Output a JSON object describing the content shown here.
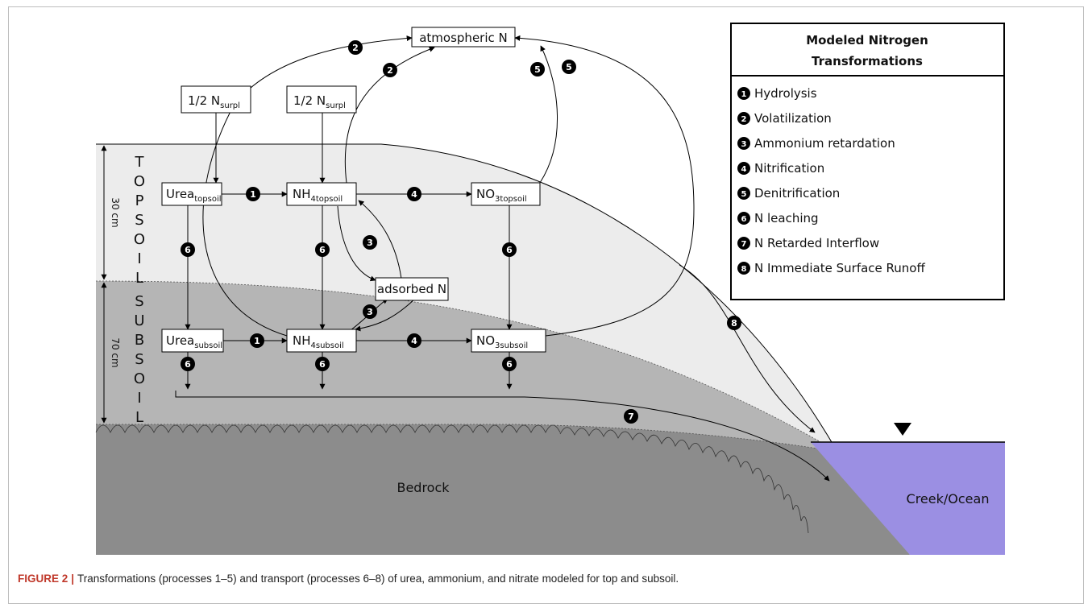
{
  "figure": {
    "label": "FIGURE 2",
    "caption": "Transformations (processes 1–5) and transport (processes 6–8) of urea, ammonium, and nitrate modeled for top and subsoil."
  },
  "legend": {
    "title_line1": "Modeled Nitrogen",
    "title_line2": "Transformations",
    "items": [
      {
        "num": "1",
        "label": "Hydrolysis"
      },
      {
        "num": "2",
        "label": "Volatilization"
      },
      {
        "num": "3",
        "label": "Ammonium retardation"
      },
      {
        "num": "4",
        "label": "Nitrification"
      },
      {
        "num": "5",
        "label": "Denitrification"
      },
      {
        "num": "6",
        "label": "N leaching"
      },
      {
        "num": "7",
        "label": "N Retarded Interflow"
      },
      {
        "num": "8",
        "label": "N Immediate Surface Runoff"
      }
    ]
  },
  "nodes": {
    "atmospheric": "atmospheric N",
    "surplus": {
      "main": "1/2 N",
      "sub": "surpl"
    },
    "urea_top": {
      "main": "Urea",
      "sub": "topsoil"
    },
    "nh4_top": {
      "main": "NH",
      "sub": "4topsoil"
    },
    "no3_top": {
      "main": "NO",
      "sub": "3topsoil"
    },
    "adsorbed": "adsorbed N",
    "urea_sub": {
      "main": "Urea",
      "sub": "subsoil"
    },
    "nh4_sub": {
      "main": "NH",
      "sub": "4subsoil"
    },
    "no3_sub": {
      "main": "NO",
      "sub": "3subsoil"
    }
  },
  "layers": {
    "topsoil_letters": [
      "T",
      "O",
      "P",
      "S",
      "O",
      "I",
      "L"
    ],
    "subsoil_letters": [
      "S",
      "U",
      "B",
      "S",
      "O",
      "I",
      "L"
    ],
    "topsoil_depth": "30 cm",
    "subsoil_depth": "70 cm",
    "bedrock": "Bedrock",
    "water": "Creek/Ocean"
  },
  "colors": {
    "topsoil": "#ececec",
    "subsoil": "#b5b5b5",
    "bedrock": "#8c8c8c",
    "water": "#9b8fe3"
  }
}
